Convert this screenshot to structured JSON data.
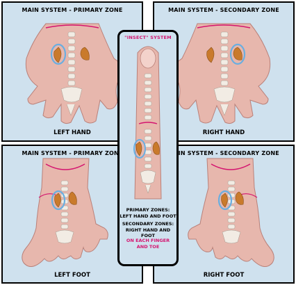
{
  "colors": {
    "panel_bg": "#cfe1ee",
    "skin": "#e7b7ad",
    "bone": "#f2ece4",
    "kidney": "#c97a2c",
    "highlight": "#6aaee0",
    "magenta": "#d4146f"
  },
  "panels": {
    "top_left": {
      "title": "MAIN SYSTEM - PRIMARY ZONE",
      "label": "LEFT HAND"
    },
    "top_right": {
      "title": "MAIN SYSTEM - SECONDARY ZONE",
      "label": "RIGHT HAND"
    },
    "bottom_left": {
      "title": "MAIN SYSTEM - PRIMARY ZONE",
      "label": "LEFT FOOT"
    },
    "bottom_right": {
      "title": "MAIN SYSTEM - SECONDARY ZONE",
      "label": "RIGHT FOOT"
    }
  },
  "center": {
    "title": "\"INSECT\" SYSTEM",
    "primary_line1": "PRIMARY ZONES:",
    "primary_line2": "LEFT HAND AND FOOT",
    "secondary_line1": "SECONDARY ZONES:",
    "secondary_line2": "RIGHT HAND AND FOOT",
    "note_line1": "ON EACH FINGER",
    "note_line2": "AND TOE"
  }
}
